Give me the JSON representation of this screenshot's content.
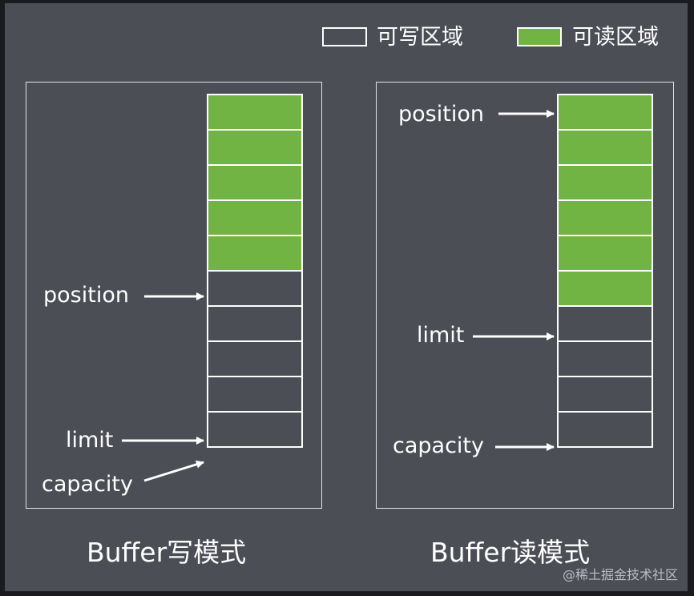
{
  "colors": {
    "background": "#4c4e56",
    "readable": "#71b443",
    "writable": "#4c4e56",
    "line": "#ffffff"
  },
  "legend": [
    {
      "label": "可写区域",
      "style": "writable"
    },
    {
      "label": "可读区域",
      "style": "readable"
    }
  ],
  "panels": [
    {
      "caption": "Buffer写模式",
      "cells": [
        "readable",
        "readable",
        "readable",
        "readable",
        "readable",
        "writable",
        "writable",
        "writable",
        "writable",
        "writable"
      ],
      "pointers": {
        "position": "position",
        "limit": "limit",
        "capacity": "capacity"
      }
    },
    {
      "caption": "Buffer读模式",
      "cells": [
        "readable",
        "readable",
        "readable",
        "readable",
        "readable",
        "readable",
        "writable",
        "writable",
        "writable",
        "writable"
      ],
      "pointers": {
        "position": "position",
        "limit": "limit",
        "capacity": "capacity"
      }
    }
  ],
  "watermark": "@稀土掘金技术社区"
}
